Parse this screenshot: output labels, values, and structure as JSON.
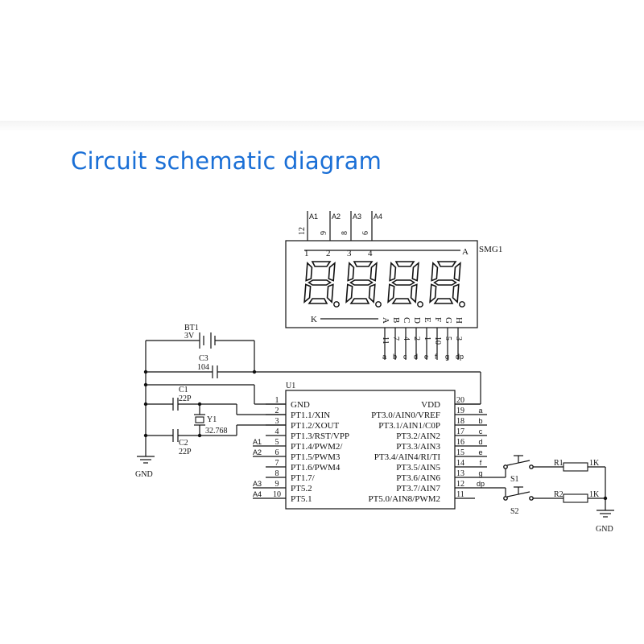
{
  "title": "Circuit schematic diagram",
  "display": {
    "ref": "SMG1",
    "anode_label": "A",
    "cathode_label": "K",
    "digit_labels": [
      "A1",
      "A2",
      "A3",
      "A4"
    ],
    "digit_pins": [
      "12",
      "9",
      "8",
      "6"
    ],
    "digit_numbers": [
      "1",
      "2",
      "3",
      "4"
    ],
    "segment_names": [
      "A",
      "B",
      "C",
      "D",
      "E",
      "F",
      "G",
      "H"
    ],
    "segment_pins": [
      "11",
      "7",
      "4",
      "2",
      "1",
      "10",
      "5",
      "3"
    ],
    "segment_nets": [
      "a",
      "b",
      "c",
      "d",
      "e",
      "f",
      "g",
      "dp"
    ]
  },
  "battery": {
    "ref": "BT1",
    "value": "3V"
  },
  "c3": {
    "ref": "C3",
    "value": "104"
  },
  "c1": {
    "ref": "C1",
    "value": "22P"
  },
  "c2": {
    "ref": "C2",
    "value": "22P"
  },
  "crystal": {
    "ref": "Y1",
    "value": "32.768"
  },
  "gnd_label": "GND",
  "u1": {
    "ref": "U1",
    "left_pins": [
      {
        "num": "1",
        "name": "GND",
        "net": ""
      },
      {
        "num": "2",
        "name": "PT1.1/XIN",
        "net": ""
      },
      {
        "num": "3",
        "name": "PT1.2/XOUT",
        "net": ""
      },
      {
        "num": "4",
        "name": "PT1.3/RST/VPP",
        "net": ""
      },
      {
        "num": "5",
        "name": "PT1.4/PWM2/",
        "net": "A1"
      },
      {
        "num": "6",
        "name": "PT1.5/PWM3",
        "net": "A2"
      },
      {
        "num": "7",
        "name": "PT1.6/PWM4",
        "net": ""
      },
      {
        "num": "8",
        "name": "PT1.7/",
        "net": ""
      },
      {
        "num": "9",
        "name": "PT5.2",
        "net": "A3"
      },
      {
        "num": "10",
        "name": "PT5.1",
        "net": "A4"
      }
    ],
    "right_pins": [
      {
        "num": "20",
        "name": "VDD",
        "net": ""
      },
      {
        "num": "19",
        "name": "PT3.0/AIN0/VREF",
        "net": "a"
      },
      {
        "num": "18",
        "name": "PT3.1/AIN1/C0P",
        "net": "b"
      },
      {
        "num": "17",
        "name": "PT3.2/AIN2",
        "net": "c"
      },
      {
        "num": "16",
        "name": "PT3.3/AIN3",
        "net": "d"
      },
      {
        "num": "15",
        "name": "PT3.4/AIN4/RI/TI",
        "net": "e"
      },
      {
        "num": "14",
        "name": "PT3.5/AIN5",
        "net": "f"
      },
      {
        "num": "13",
        "name": "PT3.6/AIN6",
        "net": "g"
      },
      {
        "num": "12",
        "name": "PT3.7/AIN7",
        "net": "dp"
      },
      {
        "num": "11",
        "name": "PT5.0/AIN8/PWM2",
        "net": ""
      }
    ]
  },
  "switches": [
    {
      "ref": "S1",
      "res_ref": "R1",
      "res_value": "1K"
    },
    {
      "ref": "S2",
      "res_ref": "R2",
      "res_value": "1K"
    }
  ]
}
